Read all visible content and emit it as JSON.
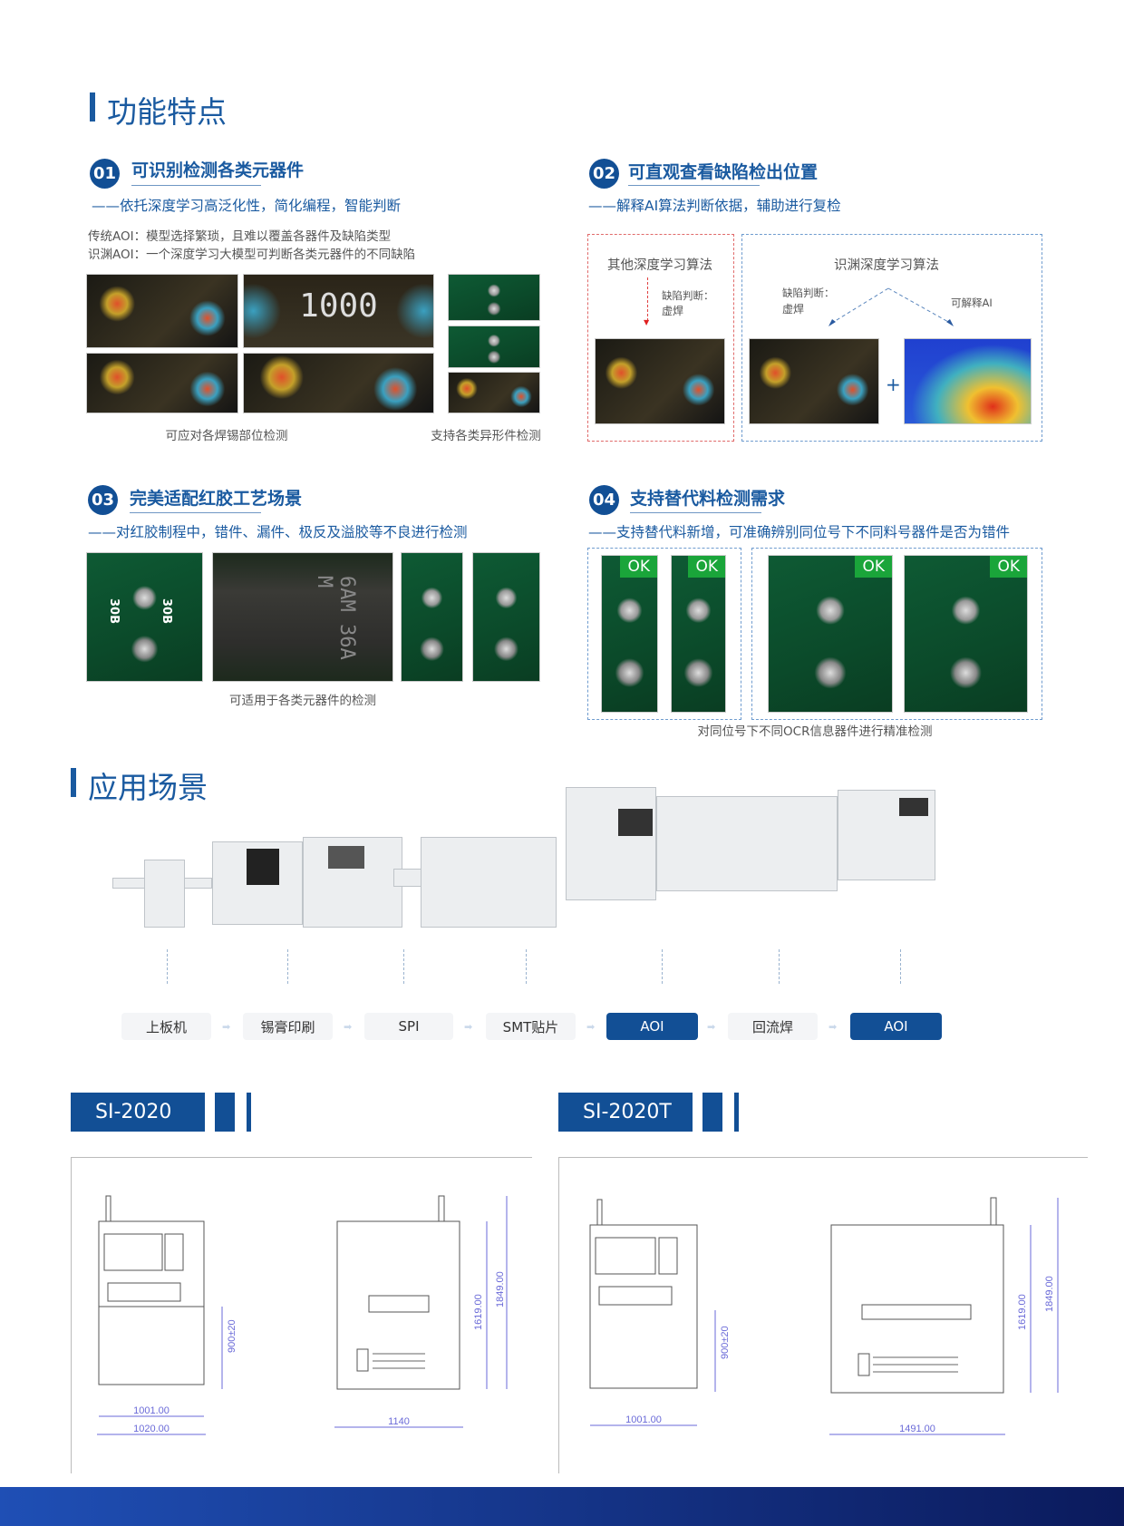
{
  "sections": {
    "features": "功能特点",
    "applications": "应用场景"
  },
  "f1": {
    "num": "01",
    "title": "可识别检测各类元器件",
    "subtitle": "——依托深度学习高泛化性，简化编程，智能判断",
    "line1": "传统AOI：模型选择繁琐，且难以覆盖各器件及缺陷类型",
    "line2": "识渊AOI：一个深度学习大模型可判断各类元器件的不同缺陷",
    "chip_text": "1000",
    "cap_left": "可应对各焊锡部位检测",
    "cap_right": "支持各类异形件检测"
  },
  "f2": {
    "num": "02",
    "title": "可直观查看缺陷检出位置",
    "subtitle": "——解释AI算法判断依据，辅助进行复检",
    "other_algo": "其他深度学习算法",
    "our_algo": "识渊深度学习算法",
    "defect_label": "缺陷判断：",
    "defect_value": "虚焊",
    "explainable": "可解释AI",
    "plus": "+"
  },
  "f3": {
    "num": "03",
    "title": "完美适配红胶工艺场景",
    "subtitle": "——对红胶制程中，错件、漏件、极反及溢胶等不良进行检测",
    "caption": "可适用于各类元器件的检测",
    "chip_text": "6AM 36A M",
    "marks": [
      "30B",
      "30B"
    ]
  },
  "f4": {
    "num": "04",
    "title": "支持替代料检测需求",
    "subtitle": "——支持替代料新增，可准确辨别同位号下不同料号器件是否为错件",
    "ok": "OK",
    "caption": "对同位号下不同OCR信息器件进行精准检测"
  },
  "flow": [
    {
      "label": "上板机",
      "highlight": false
    },
    {
      "label": "锡膏印刷",
      "highlight": false
    },
    {
      "label": "SPI",
      "highlight": false
    },
    {
      "label": "SMT贴片",
      "highlight": false
    },
    {
      "label": "AOI",
      "highlight": true
    },
    {
      "label": "回流焊",
      "highlight": false
    },
    {
      "label": "AOI",
      "highlight": true
    }
  ],
  "models": [
    {
      "name": "SI-2020",
      "dims": {
        "front_inner": "1001.00",
        "front_outer": "1020.00",
        "height_table": "900±20",
        "side_width": "1140",
        "body_height": "1619.00",
        "total_height": "1849.00"
      }
    },
    {
      "name": "SI-2020T",
      "dims": {
        "front_inner": "1001.00",
        "height_table": "900±20",
        "side_width": "1491.00",
        "body_height": "1619.00",
        "total_height": "1849.00"
      }
    }
  ],
  "colors": {
    "brand": "#1a5aa0",
    "highlight": "#124f95",
    "ok": "#1aa53a",
    "footer_start": "#1f4fb5",
    "footer_end": "#0b1a5c"
  }
}
